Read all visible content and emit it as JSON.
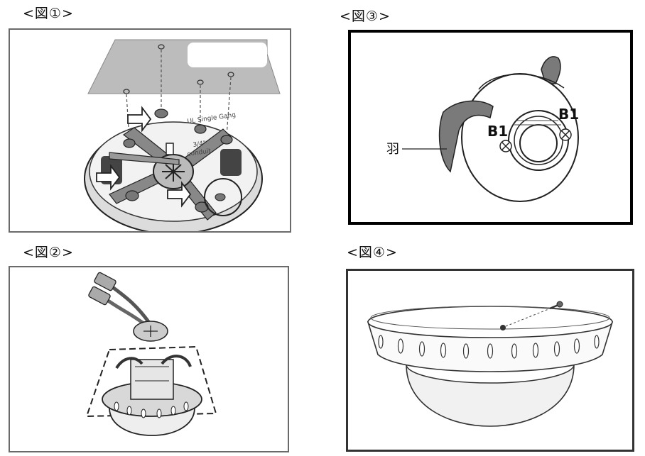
{
  "figures": [
    {
      "id": "fig1",
      "caption": "<図①>"
    },
    {
      "id": "fig2",
      "caption": "<図②>"
    },
    {
      "id": "fig3",
      "caption": "<図③>",
      "labels": {
        "b1_left": "B1",
        "b1_right": "B1",
        "blade": "羽"
      }
    },
    {
      "id": "fig4",
      "caption": "<図④>"
    }
  ]
}
